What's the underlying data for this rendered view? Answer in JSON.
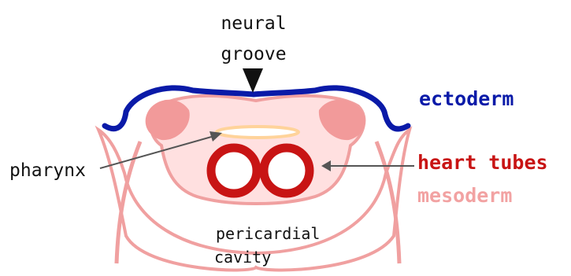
{
  "labels": {
    "neural_groove_line1": "neural",
    "neural_groove_line2": "groove",
    "ectoderm": "ectoderm",
    "pharynx": "pharynx",
    "heart_tubes": "heart tubes",
    "mesoderm": "mesoderm",
    "pericardial_cavity_line1": "pericardial",
    "pericardial_cavity_line2": "cavity"
  },
  "colors": {
    "ectoderm": "#0a1aa8",
    "heart_tubes": "#c81414",
    "mesoderm_label": "#f2a2a2",
    "mesoderm_outline": "#f0a0a0",
    "mesoderm_fill": "#ffe0e0",
    "mesoderm_dark": "#f29a9a",
    "pharynx_outline": "#ffd39a",
    "text": "#111111",
    "arrow": "#555555"
  }
}
